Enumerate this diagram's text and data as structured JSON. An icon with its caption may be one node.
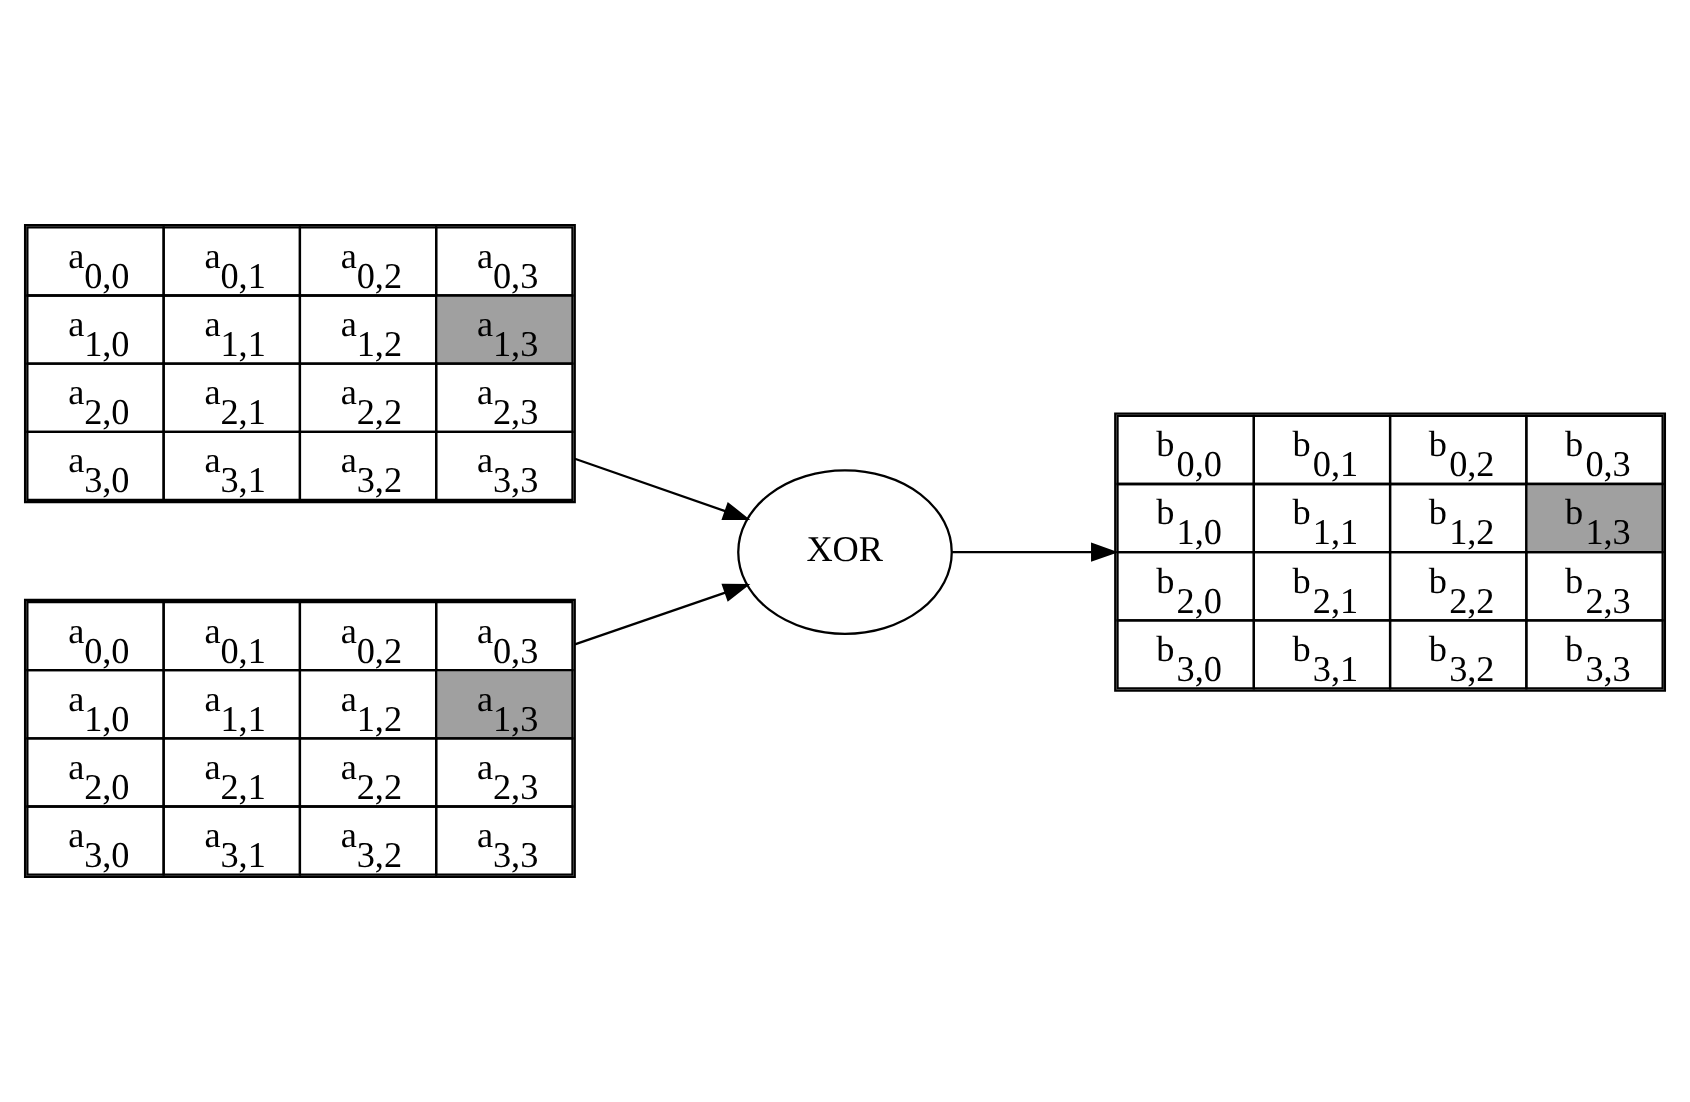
{
  "diagram": {
    "nodes": [
      {
        "text": [
          "a$_{0,0}$",
          "a$_{0,1}$",
          "a$_{0,2}$",
          "a$_{0,3}$",
          "a$_{1,0}$",
          "a$_{1,1}$",
          "a$_{1,2}$",
          "a$_{1,3}$",
          "a$_{2,0}$",
          "a$_{2,1}$",
          "a$_{2,2}$",
          "a$_{2,3}$",
          "a$_{3,0}$",
          "a$_{3,1}$",
          "a$_{3,2}$",
          "a$_{3,3}$"
        ]
      },
      {
        "text": [
          "b$_{0,0}$",
          "b$_{0,1}$",
          "b$_{0,2}$",
          "b$_{0,3}$",
          "b$_{1,0}$",
          "b$_{1,1}$",
          "b$_{1,2}$",
          "b$_{1,3}$",
          "b$_{2,0}$",
          "b$_{2,1}$",
          "b$_{2,2}$",
          "b$_{2,3}$",
          "b$_{3,0}$",
          "b$_{3,1}$",
          "b$_{3,2}$",
          "b$_{3,3}$"
        ]
      },
      {
        "text": [
          "XOR"
        ]
      },
      {
        "text": [
          "a$_{0,0}$",
          "a$_{0,1}$",
          "a$_{0,2}$",
          "a$_{0,3}$",
          "a$_{1,0}$",
          "a$_{1,1}$",
          "a$_{1,2}$",
          "a$_{1,3}$",
          "a$_{2,0}$",
          "a$_{2,1}$",
          "a$_{2,2}$",
          "a$_{2,3}$",
          "a$_{3,0}$",
          "a$_{3,1}$",
          "a$_{3,2}$",
          "a$_{3,3}$"
        ]
      }
    ],
    "edges": [
      {
        "from": 0,
        "to": 2,
        "arrow": "to"
      },
      {
        "from": 3,
        "to": 2,
        "arrow": "to"
      },
      {
        "from": 2,
        "to": 1,
        "arrow": "to"
      }
    ]
  }
}
